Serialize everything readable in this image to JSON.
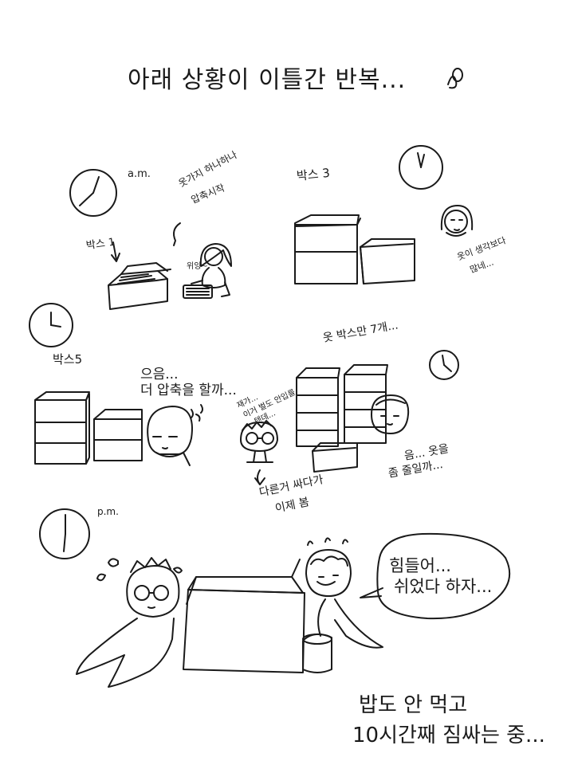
{
  "title": "아래 상황이 이틀간 반복...",
  "times": {
    "am": "a.m.",
    "pm": "p.m."
  },
  "boxes": {
    "box1": "박스 1",
    "box3": "박스 3",
    "box5": "박스5"
  },
  "speech": {
    "clothes_line1": "옷가지 하나하나",
    "clothes_line2": "압축시작",
    "wik": "위잉~",
    "more_line1": "옷이 생각보다",
    "more_line2": "많네...",
    "seven_boxes": "옷 박스만 7개...",
    "um_line1": "으음... ",
    "um_line2": "더 압축을 할까...",
    "work_line1": "재가...",
    "work_line2": "이거 벌도 안입를",
    "work_line3": "텐데...",
    "back_line1": "다른거 싸다가",
    "back_line2": "이제 봄",
    "reduce_line1": "음... 옷을",
    "reduce_line2": "좀 줄일까...",
    "tired_line1": "힘들어...",
    "tired_line2": "쉬었다 하자..."
  },
  "caption": {
    "line1": "밥도 안 먹고",
    "line2": "10시간째 짐싸는 중..."
  }
}
